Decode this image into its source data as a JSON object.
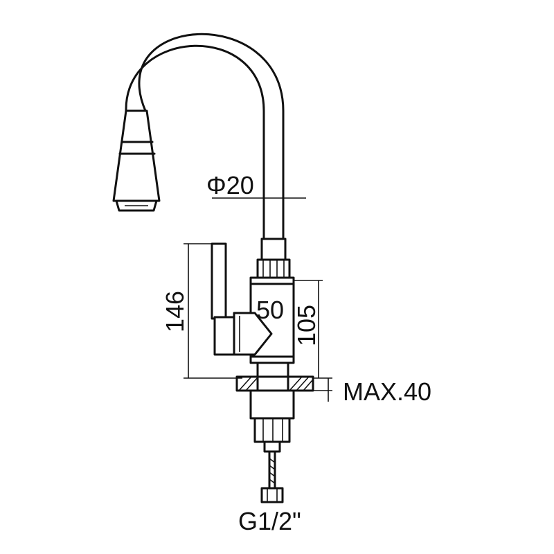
{
  "labels": {
    "diameter": "Φ20",
    "width": "50",
    "height_total": "146",
    "height_body": "105",
    "max_thickness": "MAX.40",
    "thread": "G1/2\""
  }
}
